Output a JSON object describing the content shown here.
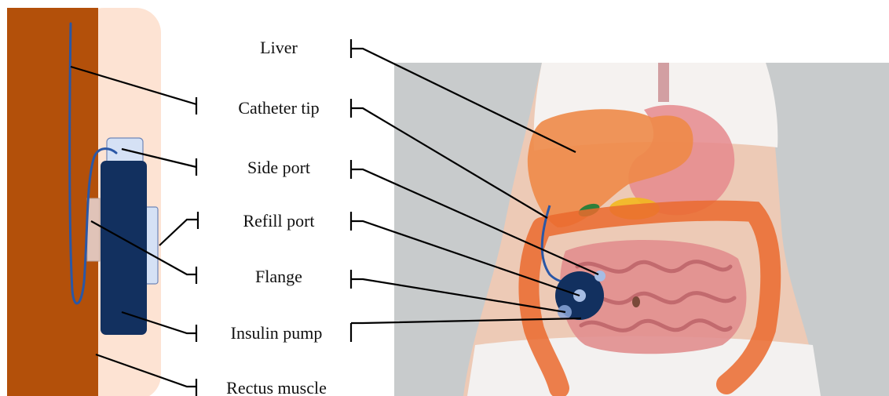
{
  "labels": {
    "liver": "Liver",
    "catheter_tip": "Catheter tip",
    "side_port": "Side port",
    "refill_port": "Refill port",
    "flange": "Flange",
    "insulin_pump": "Insulin pump",
    "rectus_muscle": "Rectus muscle"
  },
  "colors": {
    "muscle": "#b3500a",
    "skin_layer": "#fde3d3",
    "pump": "#12305f",
    "catheter": "#2a57a6",
    "port": "#d5e1f5",
    "leader": "#000000",
    "photo_bg": "#c8cbcc"
  }
}
